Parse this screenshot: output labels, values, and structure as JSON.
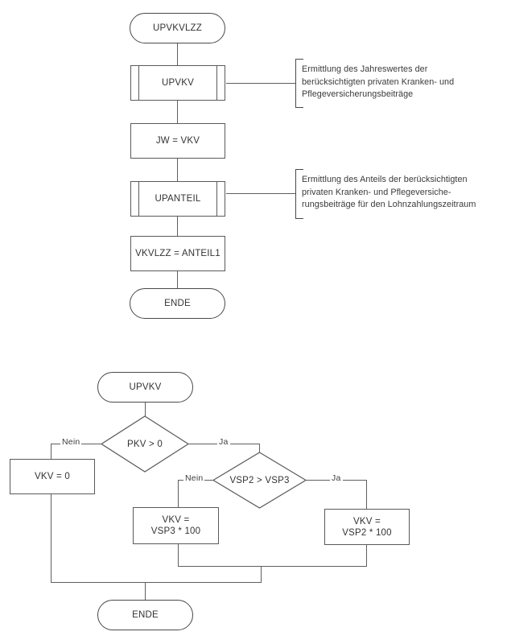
{
  "diagram": {
    "type": "flowchart",
    "title": "UPVKVLZZ / UPVKV Programmablaufplan",
    "charts": [
      {
        "id": "upvkvlzz",
        "nodes": [
          {
            "id": "start",
            "shape": "terminal",
            "label": "UPVKVLZZ"
          },
          {
            "id": "upvkv",
            "shape": "predefined",
            "label": "UPVKV"
          },
          {
            "id": "jw",
            "shape": "process",
            "label": "JW = VKV"
          },
          {
            "id": "upanteil",
            "shape": "predefined",
            "label": "UPANTEIL"
          },
          {
            "id": "vkvlzz",
            "shape": "process",
            "label": "VKVLZZ = ANTEIL1"
          },
          {
            "id": "ende",
            "shape": "terminal",
            "label": "ENDE"
          }
        ],
        "annotations": [
          {
            "id": "note-upvkv",
            "target": "upvkv",
            "text": "Ermittlung des Jahreswertes der\nberücksichtigten privaten Kranken- und\nPflegeversicherungsbeiträge"
          },
          {
            "id": "note-upanteil",
            "target": "upanteil",
            "text": "Ermittlung des Anteils der berücksichtigten\nprivaten Kranken- und Pflegeversiche-\nrungsbeiträge für den Lohnzahlungszeitraum"
          }
        ]
      },
      {
        "id": "upvkv",
        "nodes": [
          {
            "id": "start",
            "shape": "terminal",
            "label": "UPVKV"
          },
          {
            "id": "dec1",
            "shape": "decision",
            "label": "PKV > 0"
          },
          {
            "id": "vkv0",
            "shape": "process",
            "label": "VKV = 0"
          },
          {
            "id": "dec2",
            "shape": "decision",
            "label": "VSP2 > VSP3"
          },
          {
            "id": "vkvsp3",
            "shape": "process",
            "label": "VKV =\nVSP3  * 100"
          },
          {
            "id": "vkvsp2",
            "shape": "process",
            "label": "VKV =\nVSP2  * 100"
          },
          {
            "id": "ende",
            "shape": "terminal",
            "label": "ENDE"
          }
        ],
        "edge_labels": {
          "dec1_no": "Nein",
          "dec1_yes": "Ja",
          "dec2_no": "Nein",
          "dec2_yes": "Ja"
        }
      }
    ]
  },
  "colors": {
    "stroke": "#5a5a5a",
    "terminal_stroke": "#4a4a4a",
    "text": "#333333",
    "background": "#ffffff"
  }
}
